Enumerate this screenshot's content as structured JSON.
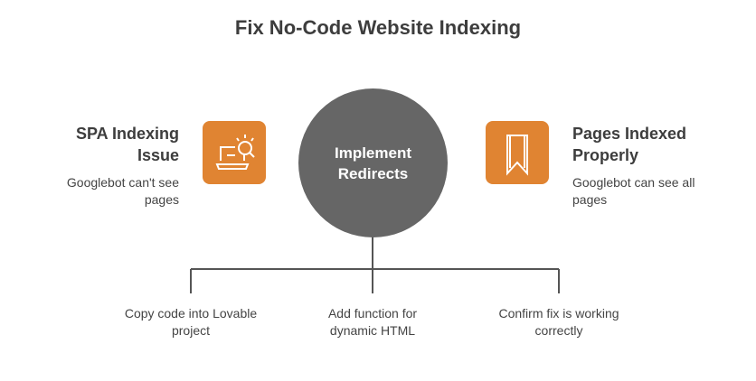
{
  "title": "Fix No-Code Website Indexing",
  "center": {
    "label": "Implement Redirects"
  },
  "left": {
    "heading": "SPA Indexing Issue",
    "description": "Googlebot can't see pages",
    "icon": "laptop-search-icon"
  },
  "right": {
    "heading": "Pages Indexed Properly",
    "description": "Googlebot can see all pages",
    "icon": "bookmark-icon"
  },
  "steps": [
    {
      "label": "Copy code into Lovable project"
    },
    {
      "label": "Add function for dynamic HTML"
    },
    {
      "label": "Confirm fix is working correctly"
    }
  ],
  "colors": {
    "accent": "#e08432",
    "circle": "#666666"
  }
}
